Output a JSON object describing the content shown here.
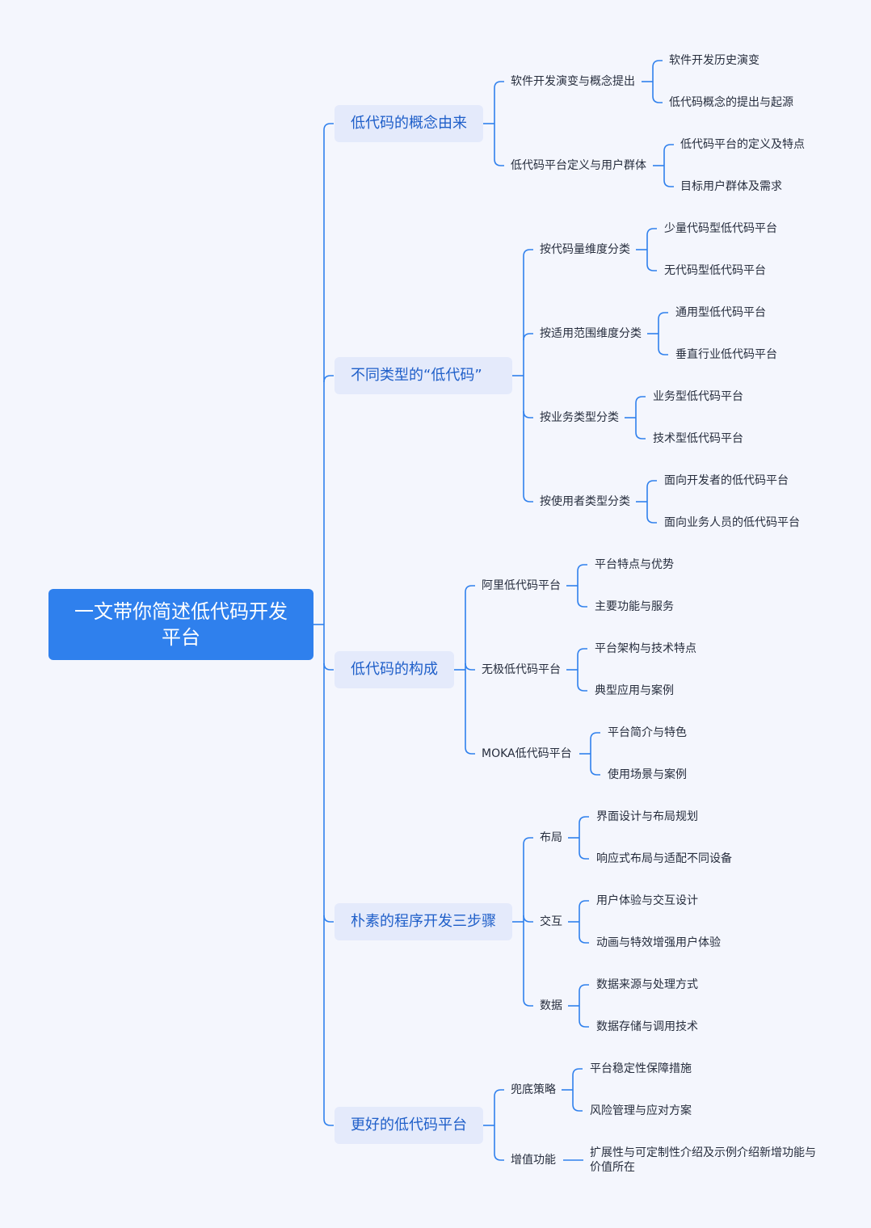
{
  "root": "一文带你简述低代码开发平台",
  "branches": [
    {
      "label": "低代码的概念由来",
      "children": [
        {
          "label": "软件开发演变与概念提出",
          "leaves": [
            "软件开发历史演变",
            "低代码概念的提出与起源"
          ]
        },
        {
          "label": "低代码平台定义与用户群体",
          "leaves": [
            "低代码平台的定义及特点",
            "目标用户群体及需求"
          ]
        }
      ]
    },
    {
      "label": "不同类型的“低代码”",
      "children": [
        {
          "label": "按代码量维度分类",
          "leaves": [
            "少量代码型低代码平台",
            "无代码型低代码平台"
          ]
        },
        {
          "label": "按适用范围维度分类",
          "leaves": [
            "通用型低代码平台",
            "垂直行业低代码平台"
          ]
        },
        {
          "label": "按业务类型分类",
          "leaves": [
            "业务型低代码平台",
            "技术型低代码平台"
          ]
        },
        {
          "label": "按使用者类型分类",
          "leaves": [
            "面向开发者的低代码平台",
            "面向业务人员的低代码平台"
          ]
        }
      ]
    },
    {
      "label": "低代码的构成",
      "children": [
        {
          "label": "阿里低代码平台",
          "leaves": [
            "平台特点与优势",
            "主要功能与服务"
          ]
        },
        {
          "label": "无极低代码平台",
          "leaves": [
            "平台架构与技术特点",
            "典型应用与案例"
          ]
        },
        {
          "label": "MOKA低代码平台",
          "leaves": [
            "平台简介与特色",
            "使用场景与案例"
          ]
        }
      ]
    },
    {
      "label": "朴素的程序开发三步骤",
      "children": [
        {
          "label": "布局",
          "leaves": [
            "界面设计与布局规划",
            "响应式布局与适配不同设备"
          ]
        },
        {
          "label": "交互",
          "leaves": [
            "用户体验与交互设计",
            "动画与特效增强用户体验"
          ]
        },
        {
          "label": "数据",
          "leaves": [
            "数据来源与处理方式",
            "数据存储与调用技术"
          ]
        }
      ]
    },
    {
      "label": "更好的低代码平台",
      "children": [
        {
          "label": "兜底策略",
          "leaves": [
            "平台稳定性保障措施",
            "风险管理与应对方案"
          ]
        },
        {
          "label": "增值功能",
          "leaves": [
            "扩展性与可定制性介绍及示例介绍新增功能与价值所在"
          ]
        }
      ]
    }
  ],
  "colors": {
    "line": "#2f80ed",
    "root_bg": "#2f80ed",
    "branch_bg": "#e4eafb",
    "branch_text": "#1f5fc9"
  }
}
